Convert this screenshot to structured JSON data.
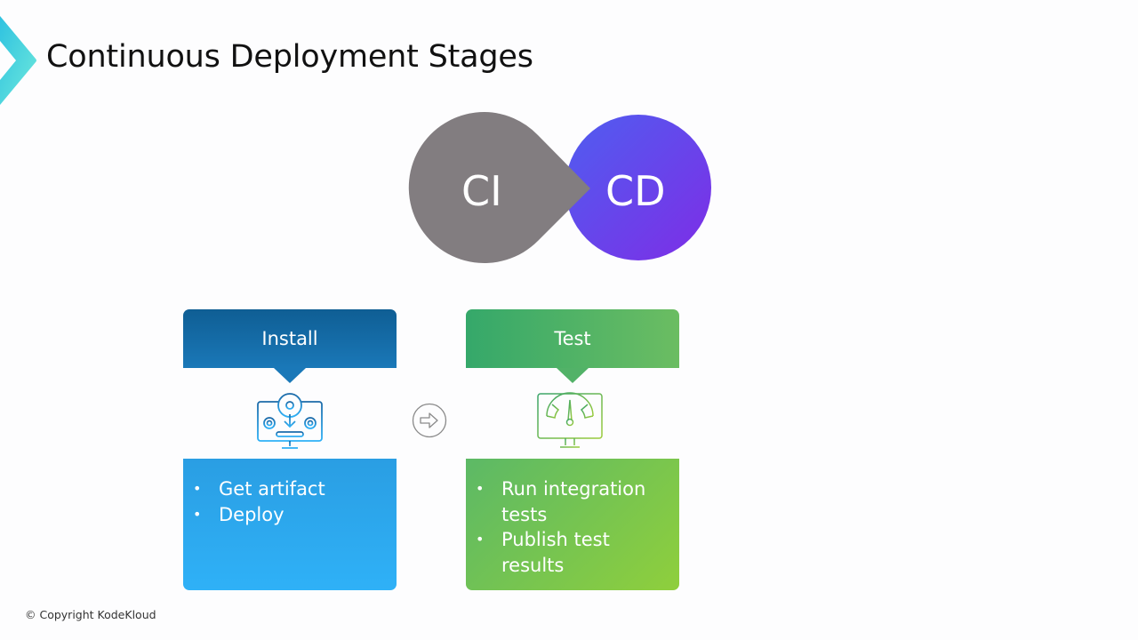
{
  "title": "Continuous Deployment Stages",
  "cicd": {
    "ci_label": "CI",
    "cd_label": "CD"
  },
  "stages": [
    {
      "name": "Install",
      "icon": "install-monitor-icon",
      "items": [
        "Get artifact",
        "Deploy"
      ],
      "colors": {
        "header": "#1a78b8",
        "body": "#2fb1f7"
      }
    },
    {
      "name": "Test",
      "icon": "speedometer-monitor-icon",
      "items": [
        "Run integration tests",
        "Publish test results"
      ],
      "colors": {
        "header": "#52b268",
        "body": "#8fcf3c"
      }
    }
  ],
  "connector_icon": "arrow-right-circle-icon",
  "bullet": "•",
  "footer": {
    "copyright": "© Copyright KodeKloud"
  }
}
